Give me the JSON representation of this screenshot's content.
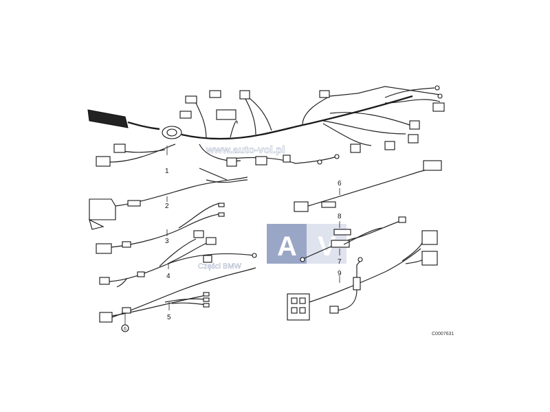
{
  "diagram": {
    "part_labels": [
      "1",
      "2",
      "3",
      "4",
      "5",
      "6",
      "7",
      "8",
      "9"
    ],
    "callout_small": "6",
    "reference_code": "C0007631"
  },
  "watermark": {
    "url": "www.auto-vol.pl",
    "letter_a": "A",
    "letter_v": "V",
    "caption": "Części BMW",
    "colors": {
      "a_box": "#9aa6c6",
      "v_box": "#dfe3ee"
    }
  }
}
